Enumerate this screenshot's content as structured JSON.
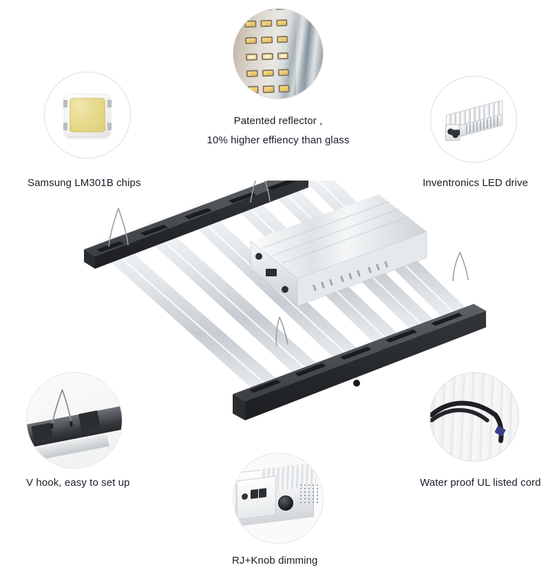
{
  "page": {
    "title": "LED Grow Light Feature Callouts",
    "background": "#ffffff",
    "text_color": "#1b1b28"
  },
  "features": [
    {
      "id": "samsung-chips",
      "icon": "led-chip-icon",
      "caption": "Samsung LM301B chips",
      "caption_lines": [
        "Samsung LM301B chips"
      ],
      "position": "top-left",
      "accent": "#e2d27d"
    },
    {
      "id": "patented-reflector",
      "icon": "reflector-photo-icon",
      "caption": "Patented reflector , 10% higher effiency than glass",
      "caption_lines": [
        "Patented reflector ,",
        "10% higher effiency than glass"
      ],
      "position": "top-center",
      "accent": "#efc863"
    },
    {
      "id": "inventronics-driver",
      "icon": "led-driver-icon",
      "caption": "Inventronics LED drive",
      "caption_lines": [
        "Inventronics LED drive"
      ],
      "position": "top-right",
      "accent": "#cfd3d7"
    },
    {
      "id": "v-hook",
      "icon": "v-hook-icon",
      "caption": "V hook, easy to set up",
      "caption_lines": [
        "V hook, easy to set up"
      ],
      "position": "bottom-left",
      "accent": "#2b2e31"
    },
    {
      "id": "rj-knob-dimming",
      "icon": "dimmer-knob-icon",
      "caption": "RJ+Knob dimming",
      "caption_lines": [
        "RJ+Knob dimming"
      ],
      "position": "bottom-center",
      "accent": "#1d2022"
    },
    {
      "id": "waterproof-cord",
      "icon": "power-cord-icon",
      "caption": "Water proof UL listed cord",
      "caption_lines": [
        "Water proof UL listed cord"
      ],
      "position": "bottom-right",
      "accent": "#3b3f86"
    }
  ],
  "product": {
    "name": "8-bar LED grow light fixture",
    "bar_count": 6,
    "crossbar_count": 2,
    "hook_count": 4,
    "driver_label": "center-mounted LED driver",
    "colors": {
      "bar": "#d9dde0",
      "bar_highlight": "#f4f6f7",
      "crossbar": "#44484c",
      "crossbar_dark": "#24262a",
      "clip": "#1f2225",
      "driver": "#e8eaec",
      "hook_wire": "#9aa0a6"
    }
  }
}
